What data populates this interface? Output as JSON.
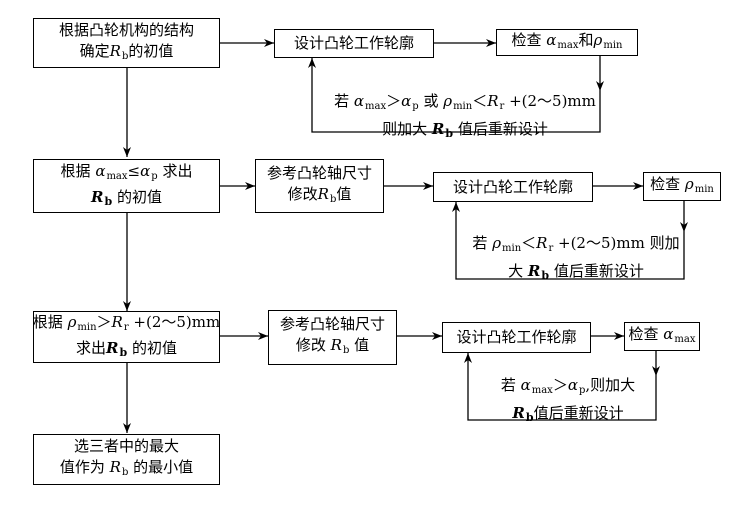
{
  "nodes": {
    "b1": {
      "line1": "根据凸轮机构的结构",
      "line2_pre": "确定",
      "sym": "R",
      "sub": "b",
      "line2_post": "的初值"
    },
    "b2": {
      "text": "设计凸轮工作轮廓"
    },
    "b3": {
      "pre": "检查 ",
      "sym1": "α",
      "sub1": "max",
      "mid": "和",
      "sym2": "ρ",
      "sub2": "min"
    },
    "b4": {
      "line1_pre": "根据 ",
      "sym1": "α",
      "sub1": "max",
      "op": "≤",
      "sym2": "α",
      "sub2": "p",
      "line1_post": " 求出",
      "sym3": "R",
      "sub3": "b",
      "line2_post": " 的初值"
    },
    "b5": {
      "line1": "参考凸轮轴尺寸",
      "line2_pre": "修改",
      "sym": "R",
      "sub": "b",
      "line2_post": "值"
    },
    "b6": {
      "text": "设计凸轮工作轮廓"
    },
    "b7": {
      "pre": "检查 ",
      "sym": "ρ",
      "sub": "min"
    },
    "b8": {
      "line1_pre": "根据 ",
      "sym1": "ρ",
      "sub1": "min",
      "op": "＞",
      "sym2": "R",
      "sub2": "r",
      "line1_post": " +(2～5)mm",
      "line2_pre": "求出",
      "sym3": "R",
      "sub3": "b",
      "line2_post": " 的初值"
    },
    "b9": {
      "line1": "参考凸轮轴尺寸",
      "line2_pre": "修改 ",
      "sym": "R",
      "sub": "b",
      "line2_post": " 值"
    },
    "b10": {
      "text": "设计凸轮工作轮廓"
    },
    "b11": {
      "pre": "检查 ",
      "sym": "α",
      "sub": "max"
    },
    "b12": {
      "line1": "选三者中的最大",
      "line2_pre": "值作为 ",
      "sym": "R",
      "sub": "b",
      "line2_post": " 的最小值"
    }
  },
  "notes": {
    "n1": {
      "pre": "若 ",
      "sym1": "α",
      "sub1": "max",
      "op1": "＞",
      "sym2": "α",
      "sub2": "p",
      "mid": " 或 ",
      "sym3": "ρ",
      "sub3": "min",
      "op2": "＜",
      "sym4": "R",
      "sub4": "r",
      "post": " +(2～5)mm",
      "line2_pre": "则加大 ",
      "sym5": "R",
      "sub5": "b",
      "line2_post": " 值后重新设计"
    },
    "n2": {
      "pre": "若 ",
      "sym1": "ρ",
      "sub1": "min",
      "op": "＜",
      "sym2": "R",
      "sub2": "r",
      "post": " +(2～5)mm 则加",
      "line2_pre": "大 ",
      "sym3": "R",
      "sub3": "b",
      "line2_post": " 值后重新设计"
    },
    "n3": {
      "pre": "若 ",
      "sym1": "α",
      "sub1": "max",
      "op": "＞",
      "sym2": "α",
      "sub2": "p",
      "post": ",则加大",
      "sym3": "R",
      "sub3": "b",
      "line2_post": "值后重新设计"
    }
  }
}
